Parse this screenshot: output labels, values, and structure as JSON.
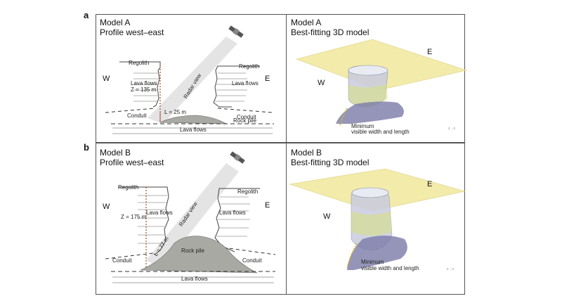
{
  "panels": [
    {
      "letter": "a",
      "left": {
        "title1": "Model A",
        "title2": "Profile west–east",
        "regolith_w": "Regolith",
        "regolith_e": "Regolith",
        "lava_w": "Lava flows",
        "lava_e": "Lava flows",
        "depth": "Z = 135 m",
        "radar": "Radar view",
        "length": "L = 25 m",
        "conduit_w": "Conduit",
        "conduit_e": "Conduit",
        "rock": "Rock pile",
        "lava_bottom": "Lava flows",
        "west": "W",
        "east": "E"
      },
      "right": {
        "title1": "Model A",
        "title2": "Best-fitting 3D model",
        "west": "W",
        "east": "E",
        "annot1": "Minimum",
        "annot2": "visible width and length"
      }
    },
    {
      "letter": "b",
      "left": {
        "title1": "Model B",
        "title2": "Profile west–east",
        "regolith_w": "Regolith",
        "regolith_e": "Regolith",
        "lava_w": "Lava flows",
        "lava_e": "Lava flows",
        "depth": "Z = 175 m",
        "radar": "Radar view",
        "length": "L = 77 m",
        "conduit_w": "Conduit",
        "conduit_e": "Conduit",
        "rock": "Rock pile",
        "lava_bottom": "Lava flows",
        "west": "W",
        "east": "E"
      },
      "right": {
        "title1": "Model B",
        "title2": "Best-fitting 3D model",
        "west": "W",
        "east": "E",
        "annot1": "Minimum",
        "annot2": "visible width and length"
      }
    }
  ]
}
